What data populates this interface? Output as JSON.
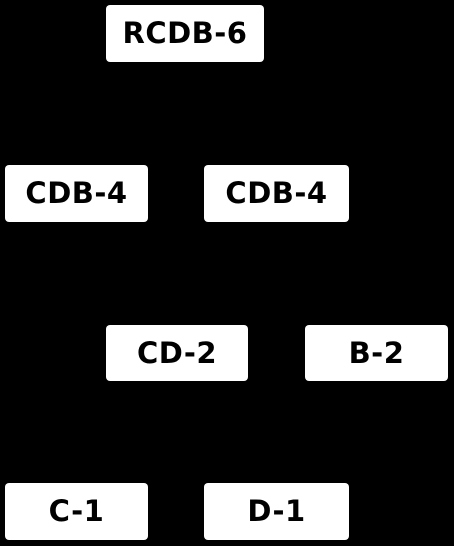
{
  "diagram": {
    "background": "#000000",
    "node_fill": "#ffffff",
    "text_color": "#000000",
    "nodes": [
      {
        "id": "root",
        "label": "RCDB-6"
      },
      {
        "id": "l1a",
        "label": "CDB-4"
      },
      {
        "id": "l1b",
        "label": "CDB-4"
      },
      {
        "id": "l2a",
        "label": "CD-2"
      },
      {
        "id": "l2b",
        "label": "B-2"
      },
      {
        "id": "l3a",
        "label": "C-1"
      },
      {
        "id": "l3b",
        "label": "D-1"
      }
    ]
  }
}
